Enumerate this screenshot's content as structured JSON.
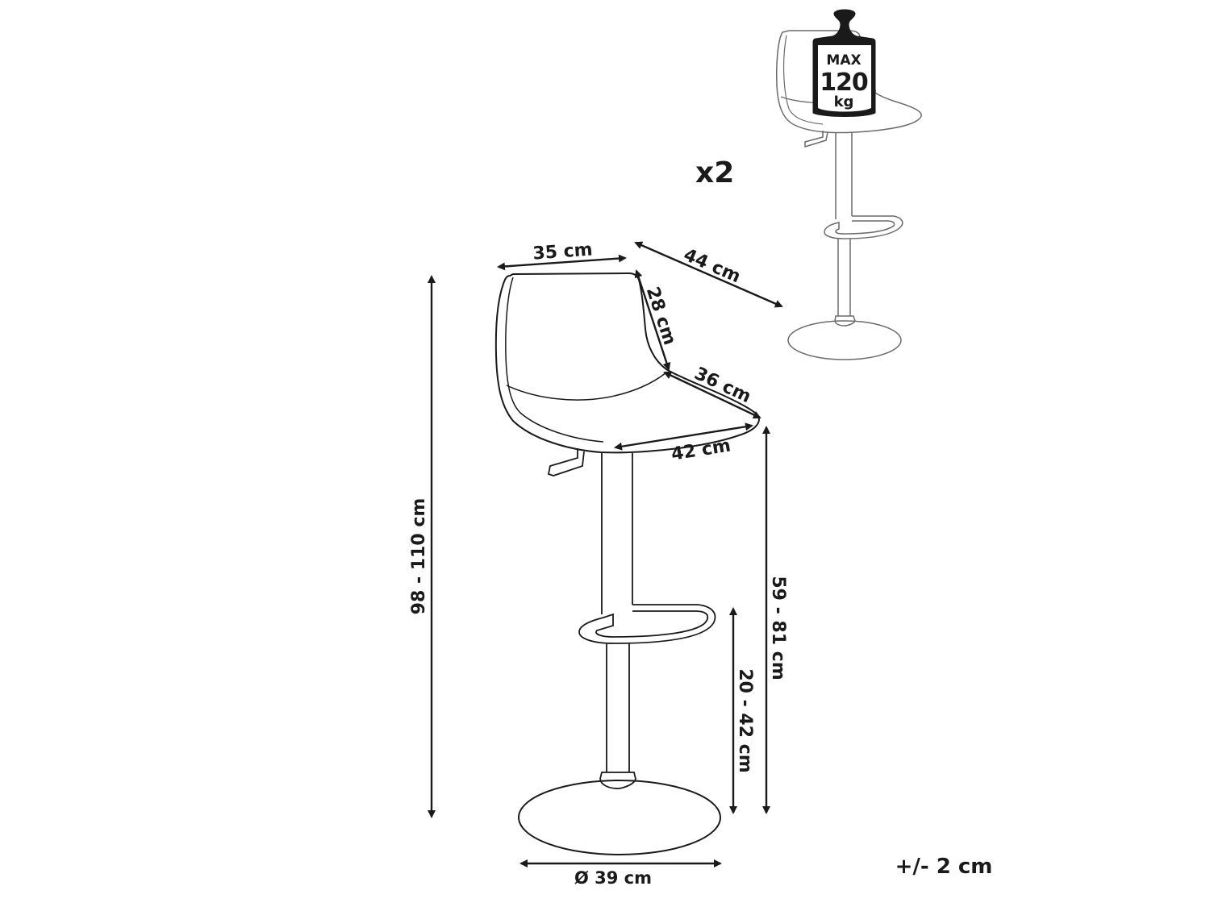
{
  "dimensions": {
    "back_width": "35 cm",
    "depth": "44 cm",
    "back_height": "28 cm",
    "seat_depth": "36 cm",
    "seat_width": "42 cm",
    "total_height": "98 - 110 cm",
    "seat_height": "59 - 81 cm",
    "footrest_height": "20 - 42 cm",
    "base_diameter": "Ø 39 cm"
  },
  "quantity": "x2",
  "max_load": {
    "line1": "MAX",
    "line2": "120",
    "line3": "kg"
  },
  "tolerance": "+/- 2 cm",
  "colors": {
    "ink": "#1a1a1a",
    "secondary": "#6a6a6a"
  }
}
